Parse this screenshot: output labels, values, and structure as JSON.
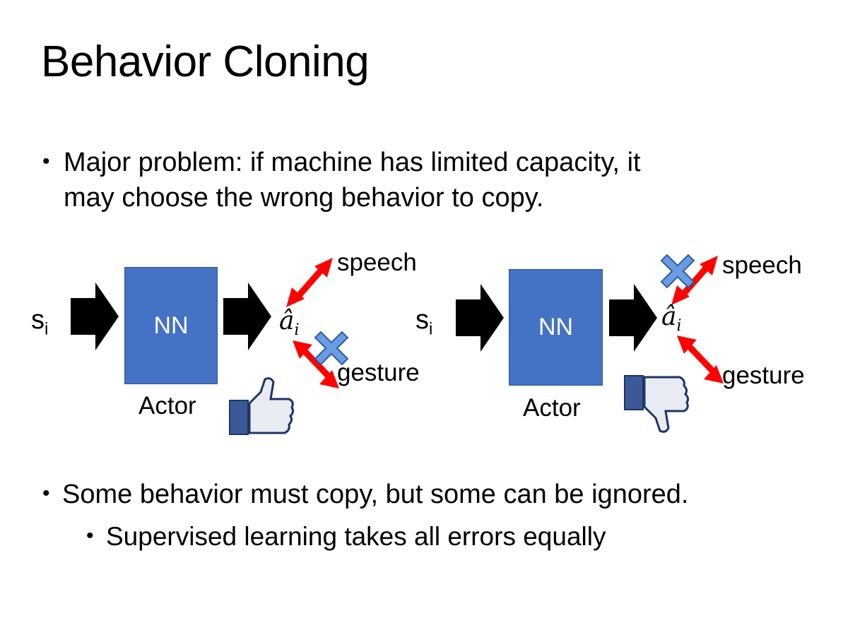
{
  "title": "Behavior Cloning",
  "bullets": [
    {
      "line1": "Major problem: if machine has limited capacity, it",
      "line2": "may choose the wrong behavior to copy."
    },
    {
      "text": "Some behavior must copy, but some can be ignored.",
      "sub": "Supervised learning takes all errors equally"
    }
  ],
  "bullet_char": "•",
  "diagram_left": {
    "input": "s",
    "input_sub": "i",
    "box": "NN",
    "box_label": "Actor",
    "output": "â",
    "output_sub": "i",
    "speech": "speech",
    "gesture": "gesture",
    "crossed": "gesture",
    "verdict": "thumbs-up-icon"
  },
  "diagram_right": {
    "input": "s",
    "input_sub": "i",
    "box": "NN",
    "box_label": "Actor",
    "output": "â",
    "output_sub": "i",
    "speech": "speech",
    "gesture": "gesture",
    "crossed": "speech",
    "verdict": "thumbs-down-icon"
  },
  "colors": {
    "box": "#4472C4",
    "arrow_red": "#FF0000",
    "cross_blue": "#5B8FD8",
    "thumb_blue": "#3B5998"
  }
}
